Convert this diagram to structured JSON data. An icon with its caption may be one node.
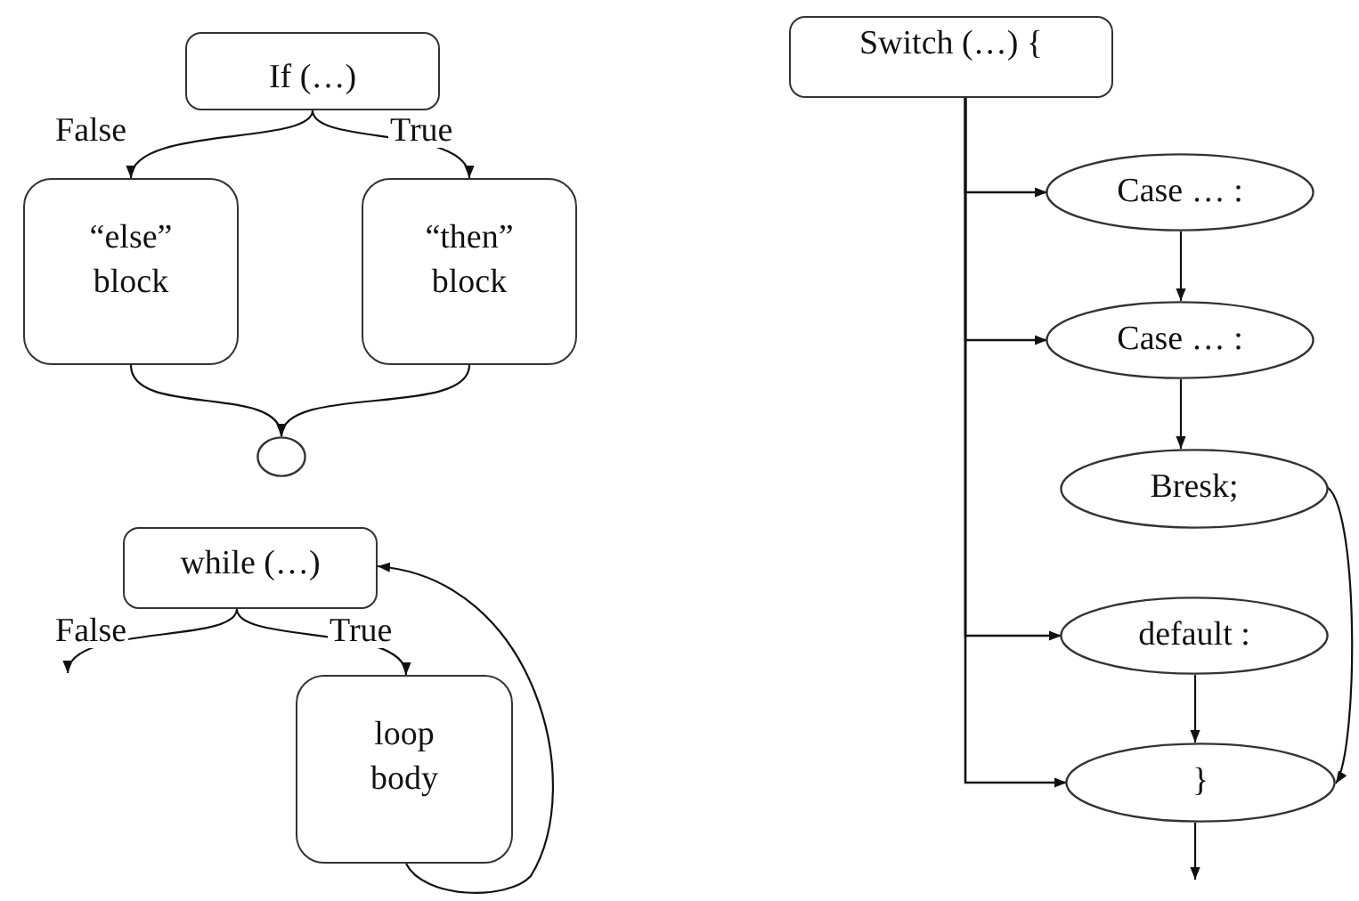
{
  "diagram": {
    "nodes": [
      {
        "text": [
          "If (…)"
        ]
      },
      {
        "text": [
          "“else” block"
        ]
      },
      {
        "text": [
          "“then” block"
        ]
      },
      {
        "text": [],
        "shape": "circle"
      },
      {
        "text": [
          "while (…)"
        ]
      },
      {
        "text": [
          "loop body"
        ]
      },
      {
        "text": [
          "Switch (…) {"
        ]
      },
      {
        "text": [
          "Case … :"
        ]
      },
      {
        "text": [
          "Case … :"
        ]
      },
      {
        "text": [
          "Bresk;"
        ]
      },
      {
        "text": [
          "default :"
        ]
      },
      {
        "text": [
          "}"
        ]
      }
    ],
    "edges": [
      {
        "from": 0,
        "to": 1,
        "arrow": "to",
        "label": "False"
      },
      {
        "from": 0,
        "to": 2,
        "arrow": "to",
        "label": "True"
      },
      {
        "from": 1,
        "to": 3,
        "arrow": "to"
      },
      {
        "from": 2,
        "to": 3,
        "arrow": "to"
      },
      {
        "from": 4,
        "to": null,
        "arrow": "to",
        "label": "False"
      },
      {
        "from": 4,
        "to": 5,
        "arrow": "to",
        "label": "True"
      },
      {
        "from": 5,
        "to": 4,
        "arrow": "to"
      },
      {
        "from": 6,
        "to": 7,
        "arrow": "to"
      },
      {
        "from": 6,
        "to": 8,
        "arrow": "to"
      },
      {
        "from": 6,
        "to": 10,
        "arrow": "to"
      },
      {
        "from": 6,
        "to": 11,
        "arrow": "to"
      },
      {
        "from": 7,
        "to": 8,
        "arrow": "to"
      },
      {
        "from": 8,
        "to": 9,
        "arrow": "to"
      },
      {
        "from": 9,
        "to": 11,
        "arrow": "to"
      },
      {
        "from": 10,
        "to": 11,
        "arrow": "to"
      },
      {
        "from": 11,
        "to": null,
        "arrow": "to"
      }
    ]
  }
}
